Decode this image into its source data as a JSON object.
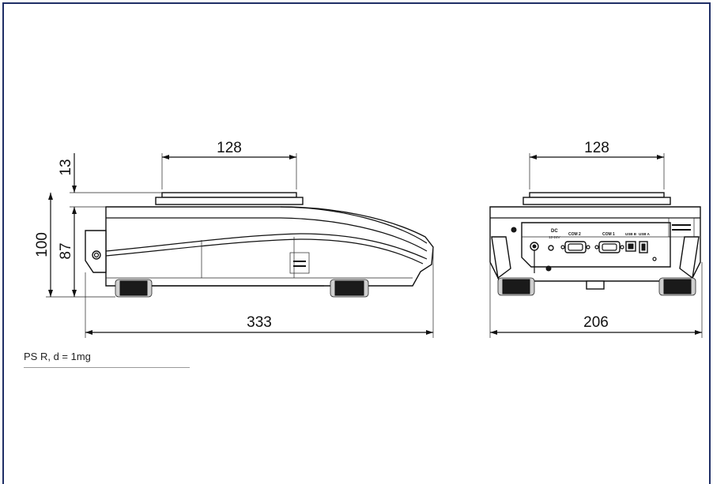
{
  "side_view": {
    "dim_platform_width": "128",
    "dim_platform_height": "13",
    "dim_total_height": "100",
    "dim_body_height": "87",
    "dim_depth": "333"
  },
  "front_view": {
    "dim_platform_width": "128",
    "dim_width": "206",
    "ports": {
      "dc": "DC",
      "dc_voltage": "12-24V",
      "com2": "COM 2",
      "com1": "COM 1",
      "usb_b": "USB B",
      "usb_a": "USB A"
    }
  },
  "caption": "PS R, d = 1mg",
  "colors": {
    "frame": "#1f2f66",
    "line": "#111111"
  }
}
